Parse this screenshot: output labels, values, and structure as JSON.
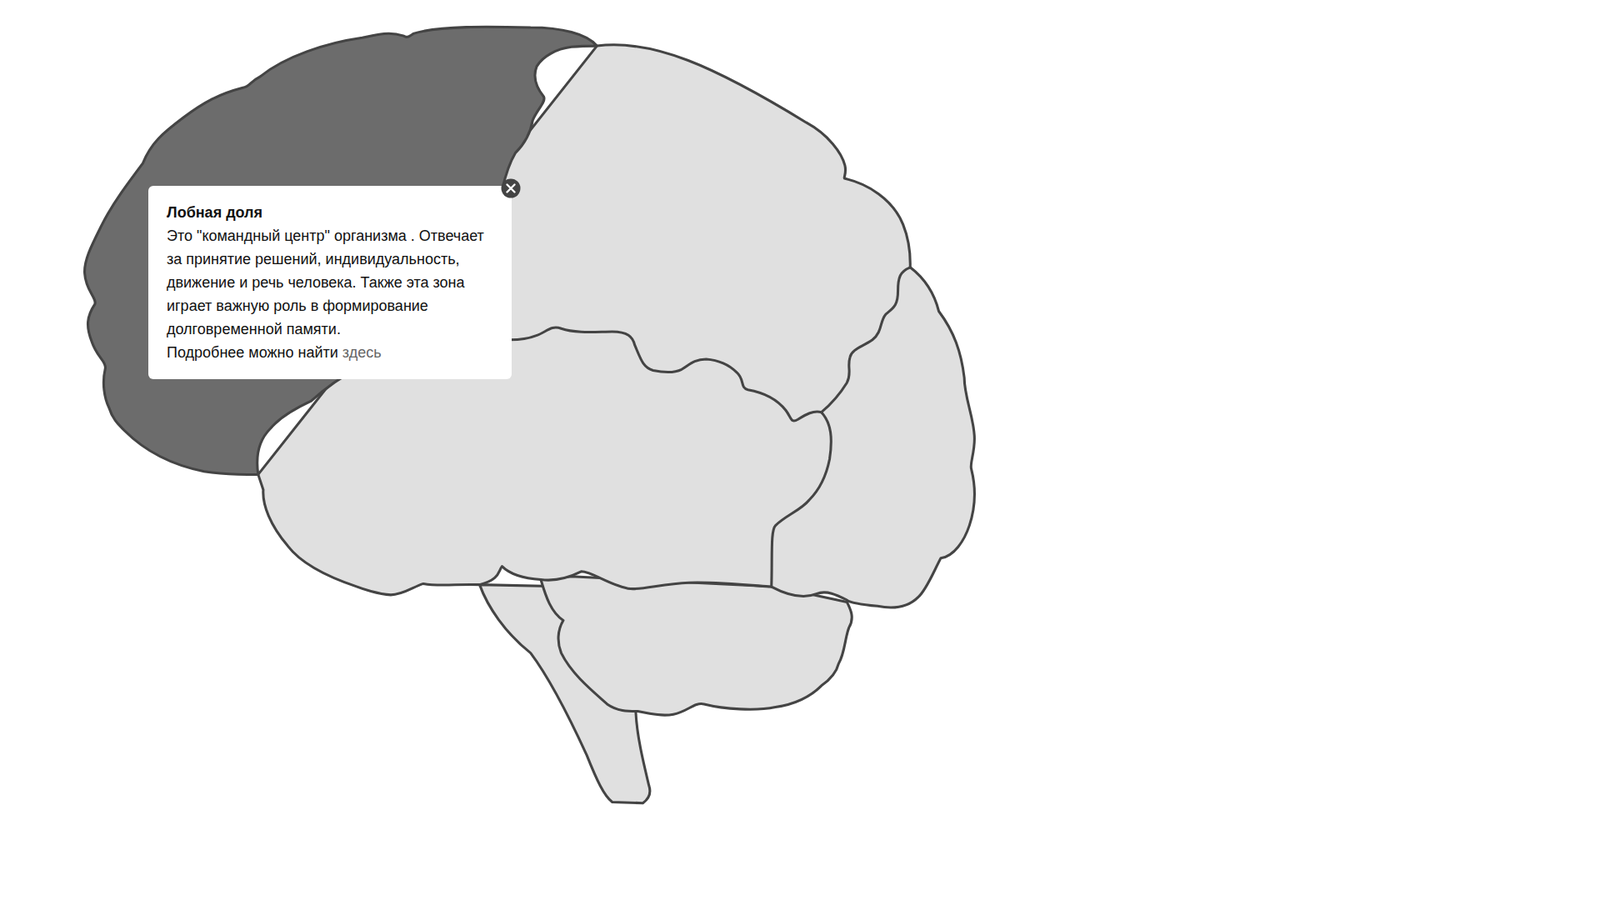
{
  "diagram": {
    "nodes": [
      {
        "text": [
          "Лобная доля",
          "Это \"командный центр\" организма . Отвечает за принятие решений, индивидуальность, движение и речь человека. Также эта зона играет важную роль в формирование долговременной памяти.",
          "Подробнее можно найти",
          "здесь"
        ]
      }
    ]
  }
}
